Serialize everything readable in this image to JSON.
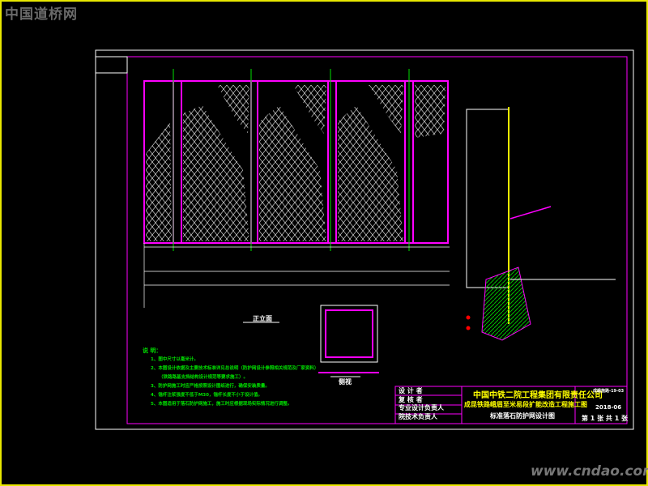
{
  "watermark_top": "中国道桥网",
  "watermark_bottom": "www.cndao.com",
  "views": {
    "front": "正立面",
    "side": "侧视"
  },
  "notes": {
    "heading": "说 明：",
    "items": [
      "1、图中尺寸以毫米计。",
      "2、本图设计依据及主要技术标准详见总说明（防护网设计参照相关规范及厂家资料）",
      "（铁路路基支挡结构设计规范等要求施工）。",
      "3、防护网施工时应严格按照设计图纸进行，确保安装质量。",
      "4、锚杆注浆强度不低于M30，锚杆长度不小于设计值。",
      "5、本图适用于落石防护网施工，施工时应根据现场实际情况进行调整。"
    ]
  },
  "title_block": {
    "company": "中国中铁二院工程集团有限责任公司",
    "project": "成昆铁路峨眉至米易段扩能改造工程施工图",
    "drawing": "标准落石防护网设计图",
    "roles": [
      "设 计 者",
      "复 核 者",
      "专业设计负责人",
      "院技术负责人"
    ],
    "code": "成峨施路-19-03",
    "date": "2018-06",
    "sheet": "第 1 张 共 1 张"
  },
  "colors": {
    "frame": "#e8e800",
    "magenta": "#ff00ff",
    "green": "#00e000",
    "yellow": "#ffff00"
  }
}
